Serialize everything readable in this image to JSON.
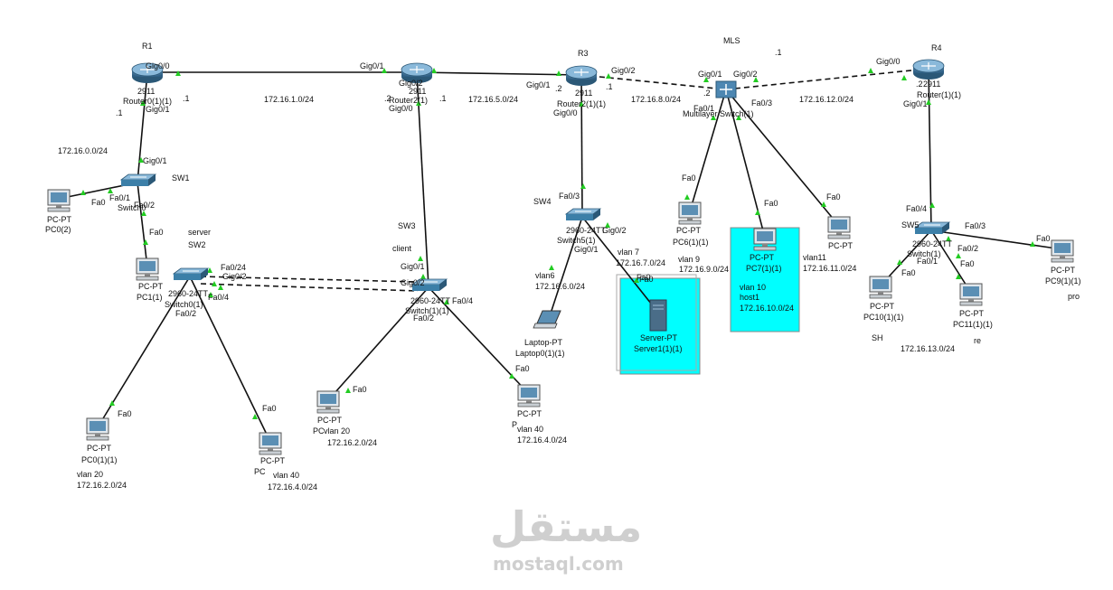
{
  "devices": {
    "routers": [
      {
        "id": "r1",
        "label": "R1",
        "model": "2911",
        "name": "Router0(1)(1)"
      },
      {
        "id": "r2",
        "label": "",
        "model": "2911",
        "name": "Router2(1)"
      },
      {
        "id": "r3",
        "label": "R3",
        "model": "2911",
        "name": "Router2(1)(1)"
      },
      {
        "id": "r4",
        "label": "R4",
        "model": "2911",
        "name": "Router(1)(1)"
      }
    ],
    "mls": {
      "label": "MLS",
      "name": "Multilayer Switch(1)"
    },
    "switches": [
      {
        "id": "sw1",
        "label": "SW1",
        "name": "Switch0"
      },
      {
        "id": "sw2",
        "label": "SW2",
        "role": "server",
        "name": "Switch0(1)",
        "model": "2960-24TT"
      },
      {
        "id": "sw3",
        "label": "SW3",
        "role": "client",
        "name": "Switch(1)(1)",
        "model": "2960-24TT"
      },
      {
        "id": "sw4",
        "label": "SW4",
        "name": "Switch5(1)",
        "model": "2960-24TT"
      },
      {
        "id": "sw5",
        "label": "SW5",
        "name": "Switch(1)",
        "model": "2960-24TT"
      }
    ],
    "pcs": [
      {
        "id": "pc0",
        "type": "PC-PT",
        "name": "PC0(2)"
      },
      {
        "id": "pc1",
        "type": "PC-PT",
        "name": "PC1(1)"
      },
      {
        "id": "pc2",
        "type": "PC-PT",
        "name": "PC0(1)(1)",
        "vlan": "vlan 20",
        "net": "172.16.2.0/24"
      },
      {
        "id": "pc3",
        "type": "PC-PT",
        "name": "PC",
        "vlan": "vlan 40",
        "net": "172.16.4.0/24"
      },
      {
        "id": "pc4",
        "type": "PC-PT",
        "name": "PC",
        "vlan": "vlan 20",
        "net": "172.16.2.0/24"
      },
      {
        "id": "pc5",
        "type": "PC-PT",
        "name": "P",
        "vlan": "vlan 40",
        "net": "172.16.4.0/24"
      },
      {
        "id": "pc6",
        "type": "PC-PT",
        "name": "PC6(1)(1)",
        "vlan": "vlan 9",
        "net": "172.16.9.0/24"
      },
      {
        "id": "pc7",
        "type": "PC-PT",
        "name": "PC7(1)(1)",
        "vlan": "vlan 10",
        "extra": "host1",
        "net": "172.16.10.0/24"
      },
      {
        "id": "pc8",
        "type": "PC-PT",
        "name": "",
        "vlan": "vlan11",
        "net": "172.16.11.0/24"
      },
      {
        "id": "pc9",
        "type": "PC-PT",
        "name": "PC9(1)(1)",
        "note": "pro"
      },
      {
        "id": "pc10",
        "type": "PC-PT",
        "name": "PC10(1)(1)",
        "note": "SH"
      },
      {
        "id": "pc11",
        "type": "PC-PT",
        "name": "PC11(1)(1)",
        "note": "re"
      }
    ],
    "laptop": {
      "type": "Laptop-PT",
      "name": "Laptop0(1)(1)",
      "vlan": "vlan6",
      "net": "172.16.6.0/24"
    },
    "server": {
      "type": "Server-PT",
      "name": "Server1(1)(1)",
      "vlan": "vlan 7",
      "net": "172.16.7.0/24"
    }
  },
  "networks": {
    "n1": "172.16.1.0/24",
    "n5": "172.16.5.0/24",
    "n8": "172.16.8.0/24",
    "n12": "172.16.12.0/24",
    "n0": "172.16.0.0/24",
    "n13": "172.16.13.0/24"
  },
  "port_labels": [
    "Gig0/0",
    "Gig0/1",
    "Gig0/1",
    "Gig0/2",
    "Gig0/0",
    "Gig0/1",
    "Gig0/2",
    "Gig0/0",
    "Gig0/1",
    "Gig0/2",
    "Gig0/0",
    "Gig0/1",
    "Gig0/1",
    "Fa0/1",
    "Fa0/2",
    "Fa0",
    "Fa0",
    "Fa0/24",
    "Gig0/2",
    "Fa0/4",
    "Fa0/2",
    "Fa0",
    "Fa0",
    "Gig0/1",
    "Gig0/2",
    "Fa0/4",
    "Fa0/2",
    "Fa0",
    "Fa0",
    "Fa0/3",
    "Gig0/2",
    "Gig0/1",
    "Fa0",
    "Fa0",
    "Fa0/1",
    "Fa0/3",
    "Fa0",
    "Fa0",
    "Fa0",
    "Fa0/4",
    "Fa0/3",
    "Fa0/2",
    "Fa0/1",
    "Fa0",
    "Fa0",
    "Fa0"
  ],
  "ip_suffixes": [
    ".1",
    ".1",
    ".2",
    ".1",
    ".2",
    ".1",
    ".2",
    ".1",
    ".2"
  ],
  "watermark": {
    "arabic": "مستقل",
    "latin": "mostaql.com"
  },
  "colors": {
    "link": "#111111",
    "port_up": "#22cc22",
    "highlight": "#00ffff",
    "router": "#3a6e93",
    "switch": "#3c7fa8"
  }
}
